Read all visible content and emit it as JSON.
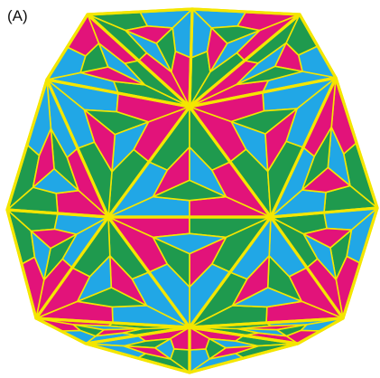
{
  "figure": {
    "panel_label": "(A)"
  },
  "colors": {
    "green": "#1f9a4e",
    "blue": "#21a7e6",
    "magenta": "#e2137a",
    "outline": "#f4e600",
    "background": "#ffffff"
  },
  "capsid": {
    "protein_colors": [
      "green",
      "blue",
      "magenta"
    ]
  }
}
